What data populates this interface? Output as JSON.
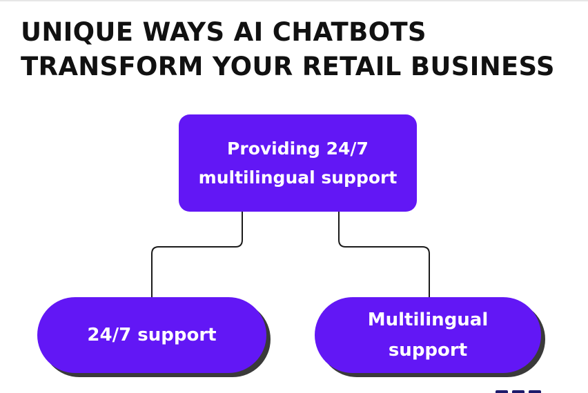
{
  "title": {
    "line1": "UNIQUE WAYS AI CHATBOTS",
    "line2": "TRANSFORM YOUR RETAIL BUSINESS"
  },
  "diagram": {
    "root": {
      "label": "Providing 24/7\nmultilingual support"
    },
    "children": [
      {
        "label": "24/7 support"
      },
      {
        "label": "Multilingual\nsupport"
      }
    ]
  },
  "colors": {
    "box": "#6217f5",
    "text_on_box": "#ffffff",
    "title": "#111111",
    "connector": "#1a1a1a",
    "shadow": "#3a3a3a"
  }
}
